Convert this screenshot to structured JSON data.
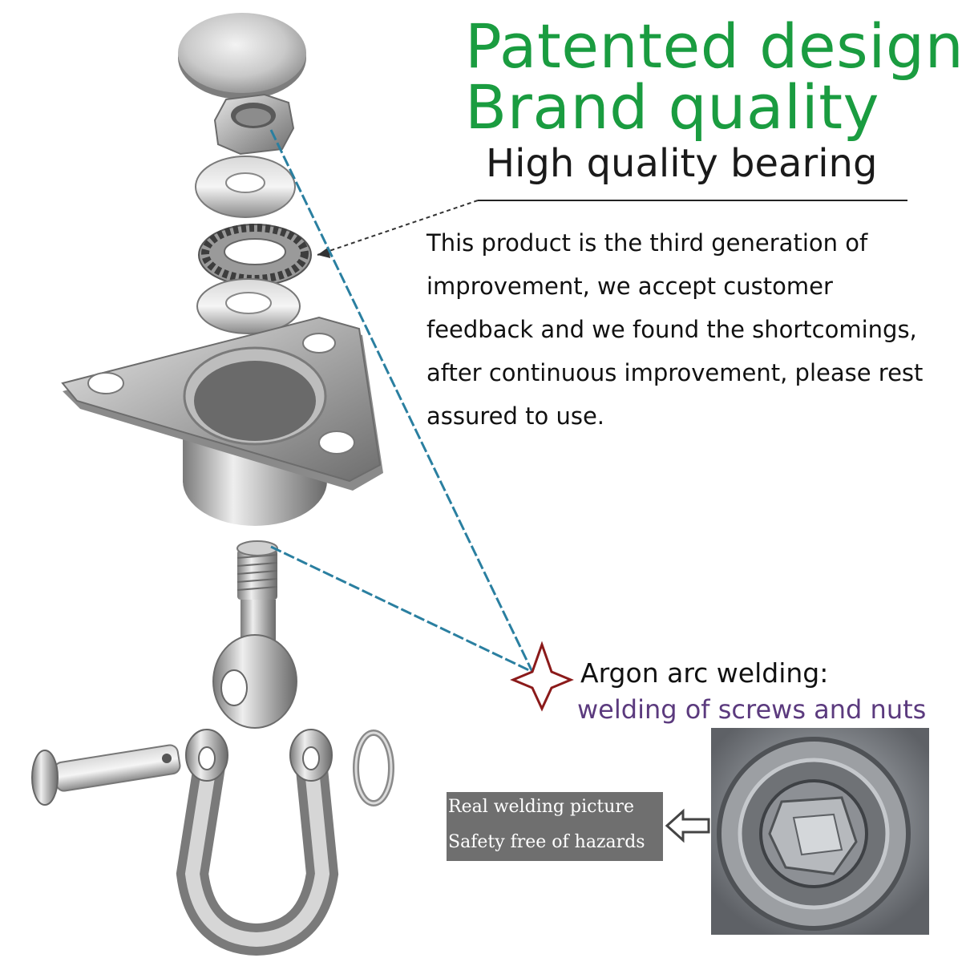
{
  "headline": {
    "line1": "Patented design",
    "line2": "Brand quality"
  },
  "subheading": "High quality bearing",
  "description": [
    "This product is the third generation of",
    "improvement, we accept customer",
    "feedback and we found the shortcomings,",
    "after continuous improvement, please rest",
    "assured to use."
  ],
  "welding": {
    "title": "Argon arc welding:",
    "subtitle": "welding of screws and nuts"
  },
  "welding_photo_label": {
    "line1": "Real welding picture",
    "line2": "Safety free of hazards"
  },
  "colors": {
    "headline": "#1a9c40",
    "subtitle_purple": "#5b3a7e",
    "leader_line": "#2a7fa0",
    "star_outline": "#8b1a1a",
    "label_box": "#6f6f6f"
  },
  "icons": {
    "star": "four-point-star-icon",
    "arrow": "hollow-left-arrow-icon"
  }
}
